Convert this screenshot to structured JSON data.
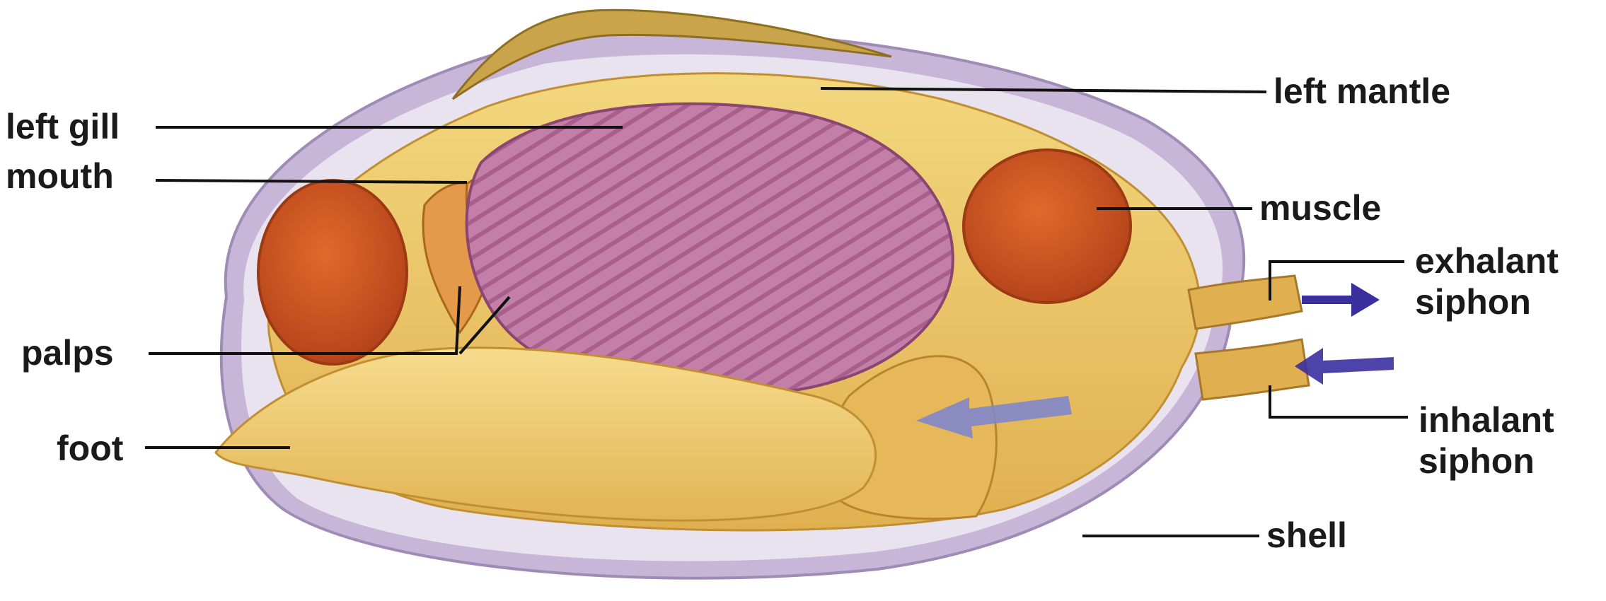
{
  "diagram": {
    "colors": {
      "shell_outer": "#c8b6d8",
      "shell_inner": "#e9e3ef",
      "hinge": "#c9a44a",
      "mantle": "#f0cf6e",
      "mantle_shadow": "#d9a846",
      "foot": "#f3d27a",
      "gill": "#c47fa8",
      "gill_stripe": "#a85f8d",
      "muscle": "#d3561e",
      "muscle_rim": "#b6441a",
      "water_flow": "#3b2f9e",
      "leader_line": "#111111"
    },
    "labels": {
      "left_mantle": "left mantle",
      "left_gill": "left gill",
      "mouth": "mouth",
      "muscle": "muscle",
      "exhalant_line1": "exhalant",
      "exhalant_line2": "siphon",
      "palps": "palps",
      "foot": "foot",
      "inhalant_line1": "inhalant",
      "inhalant_line2": "siphon",
      "shell": "shell"
    }
  }
}
